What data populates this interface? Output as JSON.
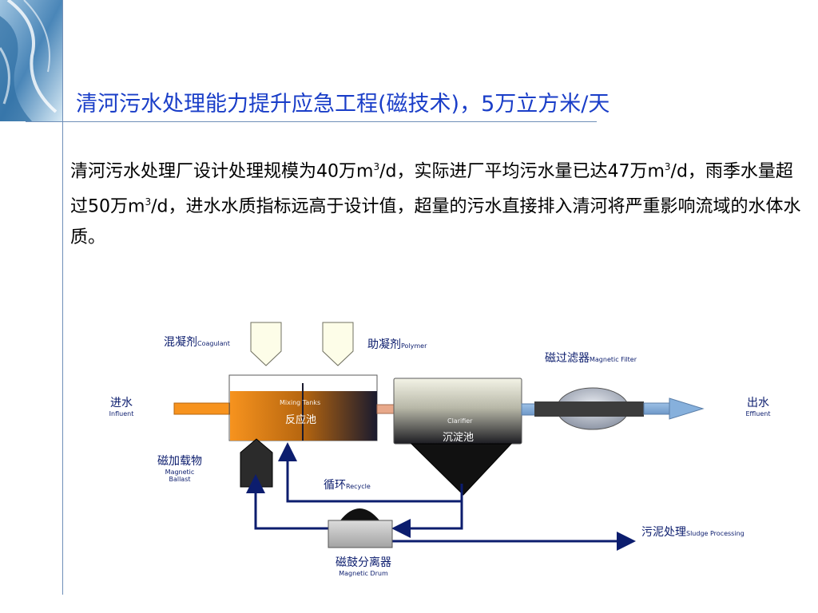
{
  "title": "清河污水处理能力提升应急工程(磁技术)，5万立方米/天",
  "paragraph": {
    "s1": "清河污水处理厂设计处理规模为40万m",
    "s2": "/d，实际进厂平均污水量已达47万m",
    "s3": "/d，雨季水量超过50万m",
    "s4": "/d，进水水质指标远高于设计值，超量的污水直接排入清河将严重影响流域的水体水质。",
    "sup": "3"
  },
  "diagram": {
    "coagulant": {
      "cn": "混凝剂",
      "en": "Coagulant"
    },
    "polymer": {
      "cn": "助凝剂",
      "en": "Polymer"
    },
    "magnetic_filter": {
      "cn": "磁过滤器",
      "en": "Magnetic Filter"
    },
    "influent": {
      "cn": "进水",
      "en": "Influent"
    },
    "effluent": {
      "cn": "出水",
      "en": "Effluent"
    },
    "reaction_tank": {
      "cn": "反应池",
      "en": "Mixing Tanks"
    },
    "clarifier": {
      "cn": "沉淀池",
      "en": "Clarifier"
    },
    "magnetic_ballast": {
      "cn": "磁加载物",
      "en1": "Magnetic",
      "en2": "Ballast"
    },
    "recycle": {
      "cn": "循环",
      "en": "Recycle"
    },
    "sludge": {
      "cn": "污泥处理",
      "en": "Sludge Processing"
    },
    "magnetic_drum": {
      "cn": "磁鼓分离器",
      "en": "Magnetic Drum"
    }
  },
  "colors": {
    "accent": "#1a3ec8",
    "line": "#0c1d6e",
    "orange": "#f7931e"
  }
}
